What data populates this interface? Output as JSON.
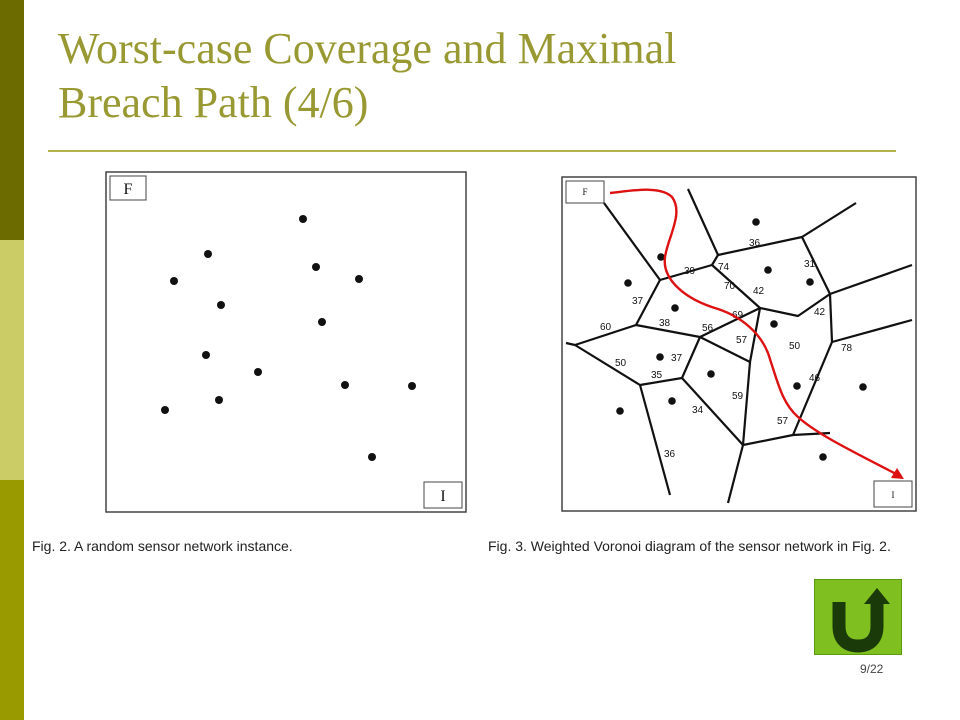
{
  "slide": {
    "title_line1": "Worst-case Coverage and Maximal",
    "title_line2": "Breach Path (4/6)",
    "page_number": "9/22"
  },
  "theme": {
    "title_color": "#999933",
    "sidebar_dark": "#6b6b00",
    "sidebar_light": "#cccc66",
    "sidebar_mid": "#999900",
    "button_color": "#7fbf1f",
    "path_color": "#dd1111"
  },
  "figure2": {
    "label_f": "F",
    "label_i": "I",
    "caption": "Fig. 2. A random sensor network instance."
  },
  "figure3": {
    "label_f": "F",
    "label_i": "I",
    "caption": "Fig. 3. Weighted Voronoi diagram of the sensor network in Fig. 2.",
    "weights": [
      "36",
      "31",
      "74",
      "70",
      "42",
      "39",
      "37",
      "69",
      "42",
      "60",
      "38",
      "56",
      "57",
      "50",
      "78",
      "50",
      "37",
      "35",
      "46",
      "59",
      "34",
      "57",
      "36"
    ]
  },
  "back_button": {
    "icon": "u-turn-arrow-icon"
  }
}
